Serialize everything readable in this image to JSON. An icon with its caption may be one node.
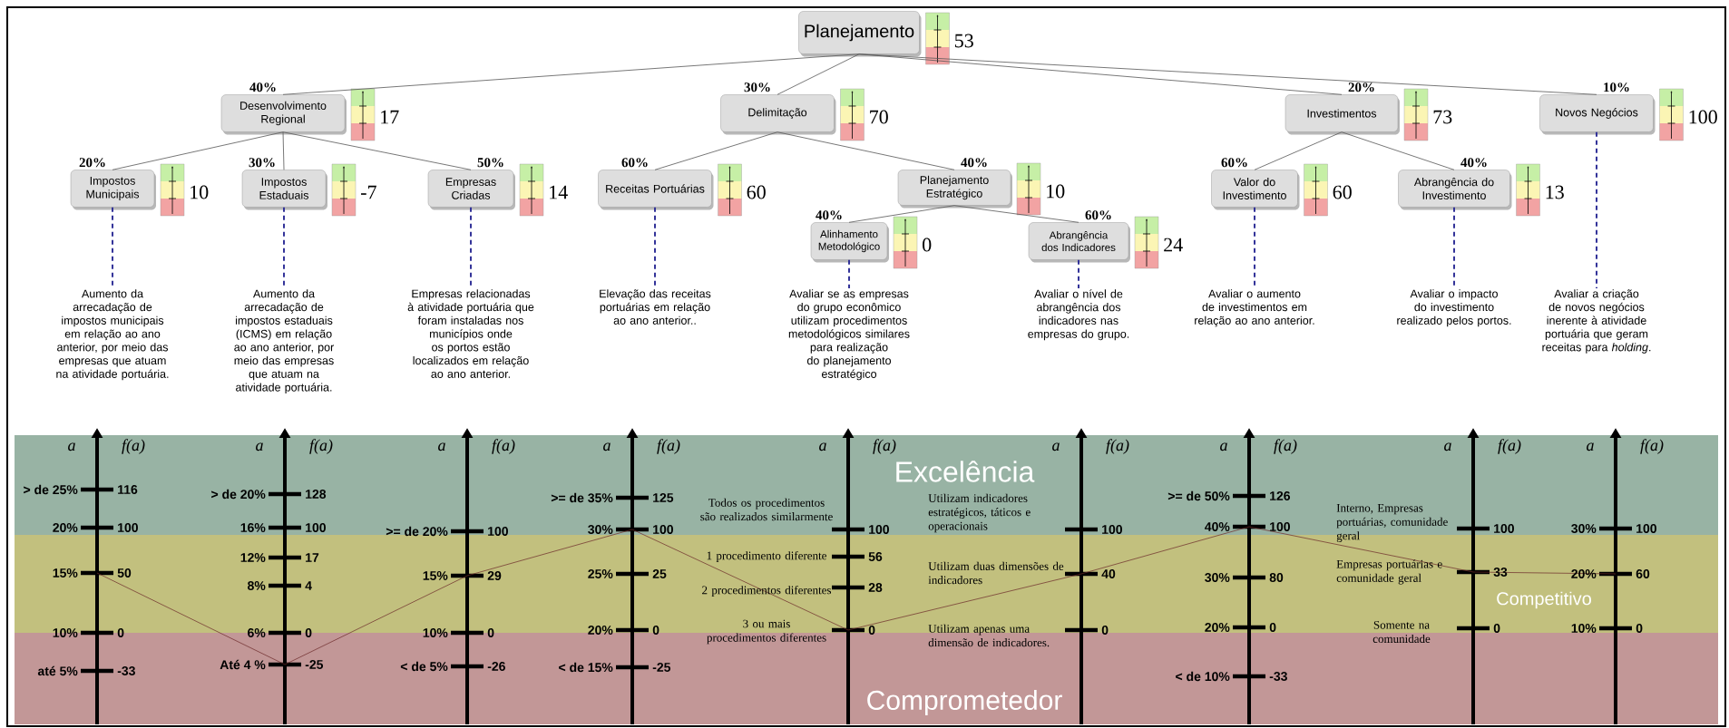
{
  "diagram": {
    "nodes": [
      {
        "text": [
          "Planejamento"
        ],
        "beside": [
          "53"
        ]
      },
      {
        "text": [
          "Desenvolvimento Regional"
        ],
        "beside": [
          "40%",
          "17"
        ]
      },
      {
        "text": [
          "Delimitação"
        ],
        "beside": [
          "30%",
          "70"
        ]
      },
      {
        "text": [
          "Investimentos"
        ],
        "beside": [
          "20%",
          "73"
        ]
      },
      {
        "text": [
          "Novos Negócios"
        ],
        "beside": [
          "10%",
          "100"
        ]
      },
      {
        "text": [
          "Impostos Municipais"
        ],
        "beside": [
          "20%",
          "10"
        ]
      },
      {
        "text": [
          "Impostos Estaduais"
        ],
        "beside": [
          "30%",
          "-7"
        ]
      },
      {
        "text": [
          "Empresas Criadas"
        ],
        "beside": [
          "50%",
          "14"
        ]
      },
      {
        "text": [
          "Receitas Portuárias"
        ],
        "beside": [
          "60%",
          "60"
        ]
      },
      {
        "text": [
          "Planejamento Estratégico"
        ],
        "beside": [
          "40%",
          "10"
        ]
      },
      {
        "text": [
          "Valor do Investimento"
        ],
        "beside": [
          "60%",
          "60"
        ]
      },
      {
        "text": [
          "Abrangência do Investimento"
        ],
        "beside": [
          "40%",
          "13"
        ]
      },
      {
        "text": [
          "Alinhamento Metodológico"
        ],
        "beside": [
          "40%",
          "0"
        ]
      },
      {
        "text": [
          "Abrangência dos Indicadores"
        ],
        "beside": [
          "60%",
          "24"
        ]
      },
      {
        "text": [
          "Aumento da arrecadação de impostos municipais em relação ao ano anterior, por meio das empresas que atuam na atividade portuária."
        ]
      },
      {
        "text": [
          "Aumento da arrecadação de impostos estaduais (ICMS) em relação ao ano anterior, por meio das empresas que atuam na atividade portuária."
        ]
      },
      {
        "text": [
          "Empresas relacionadas à atividade portuária que foram instaladas nos municípios onde os portos estão localizados em relação ao ano anterior."
        ]
      },
      {
        "text": [
          "Elevação das receitas portuárias em relação ao ano anterior.."
        ]
      },
      {
        "text": [
          "Avaliar se as empresas do grupo econômico utilizam procedimentos metodológicos similares para realização do planejamento estratégico"
        ]
      },
      {
        "text": [
          "Avaliar o nível de abrangência dos indicadores nas empresas do grupo."
        ]
      },
      {
        "text": [
          "Avaliar o aumento de investimentos em relação ao ano anterior."
        ]
      },
      {
        "text": [
          "Avaliar o impacto do investimento realizado pelos portos."
        ]
      },
      {
        "text": [
          "Avaliar a criação de novos negócios inerente à atividade portuária que geram receitas para *holding*."
        ]
      }
    ],
    "edges": [
      {
        "from": 0,
        "to": 1,
        "arrow": "none"
      },
      {
        "from": 0,
        "to": 2,
        "arrow": "none"
      },
      {
        "from": 0,
        "to": 3,
        "arrow": "none"
      },
      {
        "from": 0,
        "to": 4,
        "arrow": "none"
      },
      {
        "from": 1,
        "to": 5,
        "arrow": "none"
      },
      {
        "from": 1,
        "to": 6,
        "arrow": "none"
      },
      {
        "from": 1,
        "to": 7,
        "arrow": "none"
      },
      {
        "from": 2,
        "to": 8,
        "arrow": "none"
      },
      {
        "from": 2,
        "to": 9,
        "arrow": "none"
      },
      {
        "from": 9,
        "to": 12,
        "arrow": "none"
      },
      {
        "from": 9,
        "to": 13,
        "arrow": "none"
      },
      {
        "from": 3,
        "to": 10,
        "arrow": "none"
      },
      {
        "from": 3,
        "to": 11,
        "arrow": "none"
      },
      {
        "from": 5,
        "to": 14,
        "arrow": "none",
        "style": "dashed",
        "color": "#333399"
      },
      {
        "from": 6,
        "to": 15,
        "arrow": "none",
        "style": "dashed",
        "color": "#333399"
      },
      {
        "from": 7,
        "to": 16,
        "arrow": "none",
        "style": "dashed",
        "color": "#333399"
      },
      {
        "from": 8,
        "to": 17,
        "arrow": "none",
        "style": "dashed",
        "color": "#333399"
      },
      {
        "from": 12,
        "to": 18,
        "arrow": "none",
        "style": "dashed",
        "color": "#333399"
      },
      {
        "from": 13,
        "to": 19,
        "arrow": "none",
        "style": "dashed",
        "color": "#333399"
      },
      {
        "from": 10,
        "to": 20,
        "arrow": "none",
        "style": "dashed",
        "color": "#333399"
      },
      {
        "from": 11,
        "to": 21,
        "arrow": "none",
        "style": "dashed",
        "color": "#333399"
      },
      {
        "from": 4,
        "to": 22,
        "arrow": "none",
        "style": "dashed",
        "color": "#333399"
      }
    ],
    "labels": [
      "Excelência",
      "Competitivo",
      "Comprometedor",
      "a",
      "f(a)",
      "> de 25%",
      "116",
      "20%",
      "100",
      "15%",
      "50",
      "10%",
      "0",
      "até 5%",
      "-33",
      "a",
      "f(a)",
      "> de 20%",
      "128",
      "16%",
      "100",
      "12%",
      "17",
      "8%",
      "4",
      "6%",
      "0",
      "Até 4 %",
      "-25",
      "a",
      "f(a)",
      ">= de 20%",
      "100",
      "15%",
      "29",
      "10%",
      "0",
      "< de 5%",
      "-26",
      "a",
      "f(a)",
      ">= de 35%",
      "125",
      "30%",
      "100",
      "25%",
      "25",
      "20%",
      "0",
      "< de 15%",
      "-25",
      "a",
      "f(a)",
      "Todos os procedimentos são realizados similarmente",
      "1 procedimento diferente",
      "2 procedimentos diferentes",
      "3 ou mais procedimentos diferentes",
      "100",
      "56",
      "28",
      "0",
      "a",
      "f(a)",
      "Utilizam indicadores estratégicos, táticos e operacionais",
      "Utilizam duas dimensões de indicadores",
      "Utilizam apenas uma dimensão de indicadores.",
      "100",
      "40",
      "0",
      "a",
      "f(a)",
      ">= de 50%",
      "126",
      "40%",
      "100",
      "30%",
      "80",
      "20%",
      "0",
      "< de 10%",
      "-33",
      "a",
      "f(a)",
      "Interno, Empresas portuárias, comunidade geral",
      "Empresas portuárias e comunidade geral",
      "Somente na comunidade",
      "100",
      "33",
      "0",
      "a",
      "f(a)",
      "30%",
      "100",
      "20%",
      "60",
      "10%",
      "0"
    ]
  }
}
